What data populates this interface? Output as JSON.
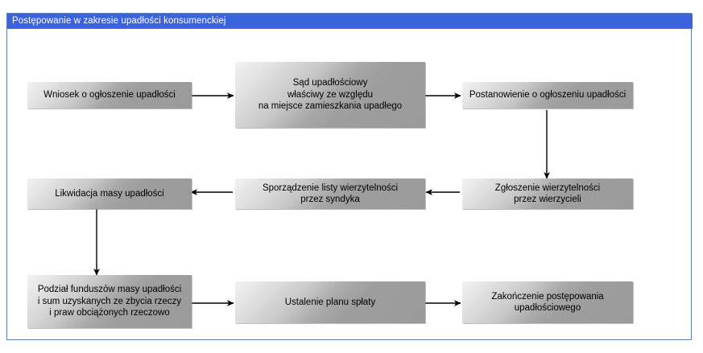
{
  "window": {
    "title": "Postępowanie w zakresie upadłości konsumenckiej",
    "titlebar_color": "#3b63de",
    "frame_color": "#5b7fb5",
    "background_color": "#ffffff"
  },
  "diagram": {
    "node_fill_light": "#f2f2f2",
    "node_fill_dark": "#9a9a9a",
    "connector_color": "#000000",
    "nodes": [
      {
        "id": "wniosek",
        "label": "Wniosek o ogłoszenie upadłości"
      },
      {
        "id": "sad",
        "label": "Sąd upadłościowy\nwłaściwy ze względu\nna miejsce zamieszkania upadłego"
      },
      {
        "id": "postanowienie",
        "label": "Postanowienie o ogłoszeniu upadłości"
      },
      {
        "id": "zgloszenie",
        "label": "Zgłoszenie wierzytelności\nprzez wierzycieli"
      },
      {
        "id": "sporzadzenie",
        "label": "Sporządzenie listy wierzytelności\nprzez syndyka"
      },
      {
        "id": "likwidacja",
        "label": "Likwidacja masy upadłości"
      },
      {
        "id": "podzial",
        "label": "Podział funduszów masy upadłości\ni sum uzyskanych ze zbycia rzeczy\ni praw obciążonych rzeczowo"
      },
      {
        "id": "ustalenie",
        "label": "Ustalenie planu spłaty"
      },
      {
        "id": "zakonczenie",
        "label": "Zakończenie postępowania\nupadłościowego"
      }
    ],
    "edges": [
      {
        "from": "wniosek",
        "to": "sad",
        "direction": "right"
      },
      {
        "from": "sad",
        "to": "postanowienie",
        "direction": "right"
      },
      {
        "from": "postanowienie",
        "to": "zgloszenie",
        "direction": "down"
      },
      {
        "from": "zgloszenie",
        "to": "sporzadzenie",
        "direction": "left"
      },
      {
        "from": "sporzadzenie",
        "to": "likwidacja",
        "direction": "left"
      },
      {
        "from": "likwidacja",
        "to": "podzial",
        "direction": "down"
      },
      {
        "from": "podzial",
        "to": "ustalenie",
        "direction": "right"
      },
      {
        "from": "ustalenie",
        "to": "zakonczenie",
        "direction": "right"
      }
    ]
  }
}
